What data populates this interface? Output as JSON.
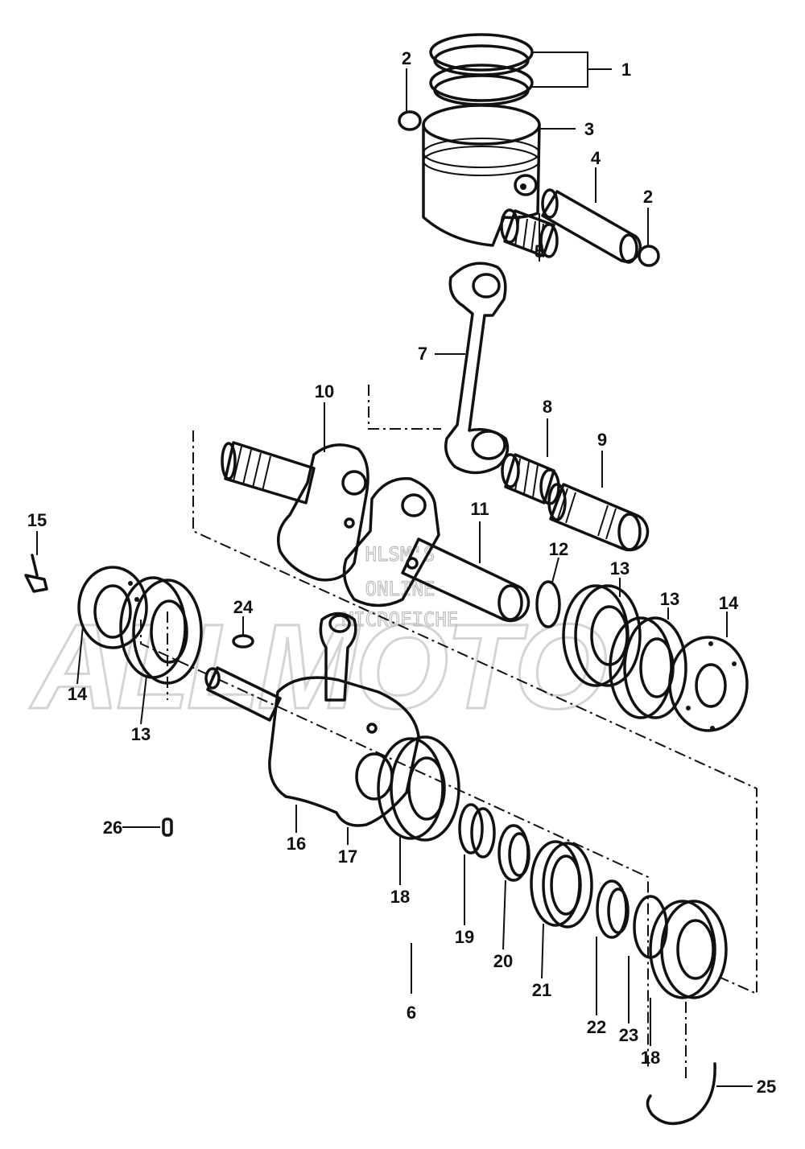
{
  "watermark": {
    "line1": "HLSM'S",
    "line2": "ONLINE",
    "line3": "MICROFICHE",
    "logo": "ALLMOTO"
  },
  "callouts": {
    "c1": "1",
    "c2a": "2",
    "c2b": "2",
    "c3": "3",
    "c4": "4",
    "c5": "5",
    "c6": "6",
    "c7": "7",
    "c8": "8",
    "c9": "9",
    "c10": "10",
    "c11": "11",
    "c12": "12",
    "c13a": "13",
    "c13b": "13",
    "c13c": "13",
    "c14a": "14",
    "c14b": "14",
    "c15": "15",
    "c16": "16",
    "c17": "17",
    "c18a": "18",
    "c18b": "18",
    "c19": "19",
    "c20": "20",
    "c21": "21",
    "c22": "22",
    "c23": "23",
    "c24": "24",
    "c25": "25",
    "c26": "26"
  }
}
